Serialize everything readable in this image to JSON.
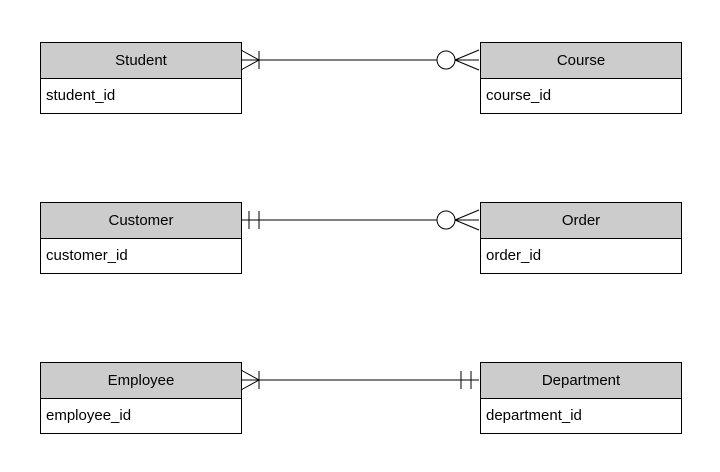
{
  "diagram": {
    "type": "entity-relationship",
    "notation": "crows-foot",
    "colors": {
      "entity_header_fill": "#cccccc",
      "entity_body_fill": "#ffffff",
      "border": "#000000",
      "background": "#ffffff"
    },
    "entities": [
      {
        "name": "Student",
        "attributes": [
          "student_id"
        ]
      },
      {
        "name": "Course",
        "attributes": [
          "course_id"
        ]
      },
      {
        "name": "Customer",
        "attributes": [
          "customer_id"
        ]
      },
      {
        "name": "Order",
        "attributes": [
          "order_id"
        ]
      },
      {
        "name": "Employee",
        "attributes": [
          "employee_id"
        ]
      },
      {
        "name": "Department",
        "attributes": [
          "department_id"
        ]
      }
    ],
    "relationships": [
      {
        "from": "Student",
        "to": "Course",
        "from_cardinality": "one-or-many",
        "to_cardinality": "zero-or-many"
      },
      {
        "from": "Customer",
        "to": "Order",
        "from_cardinality": "one-and-only-one",
        "to_cardinality": "zero-or-many"
      },
      {
        "from": "Employee",
        "to": "Department",
        "from_cardinality": "one-or-many",
        "to_cardinality": "one-and-only-one"
      }
    ]
  }
}
